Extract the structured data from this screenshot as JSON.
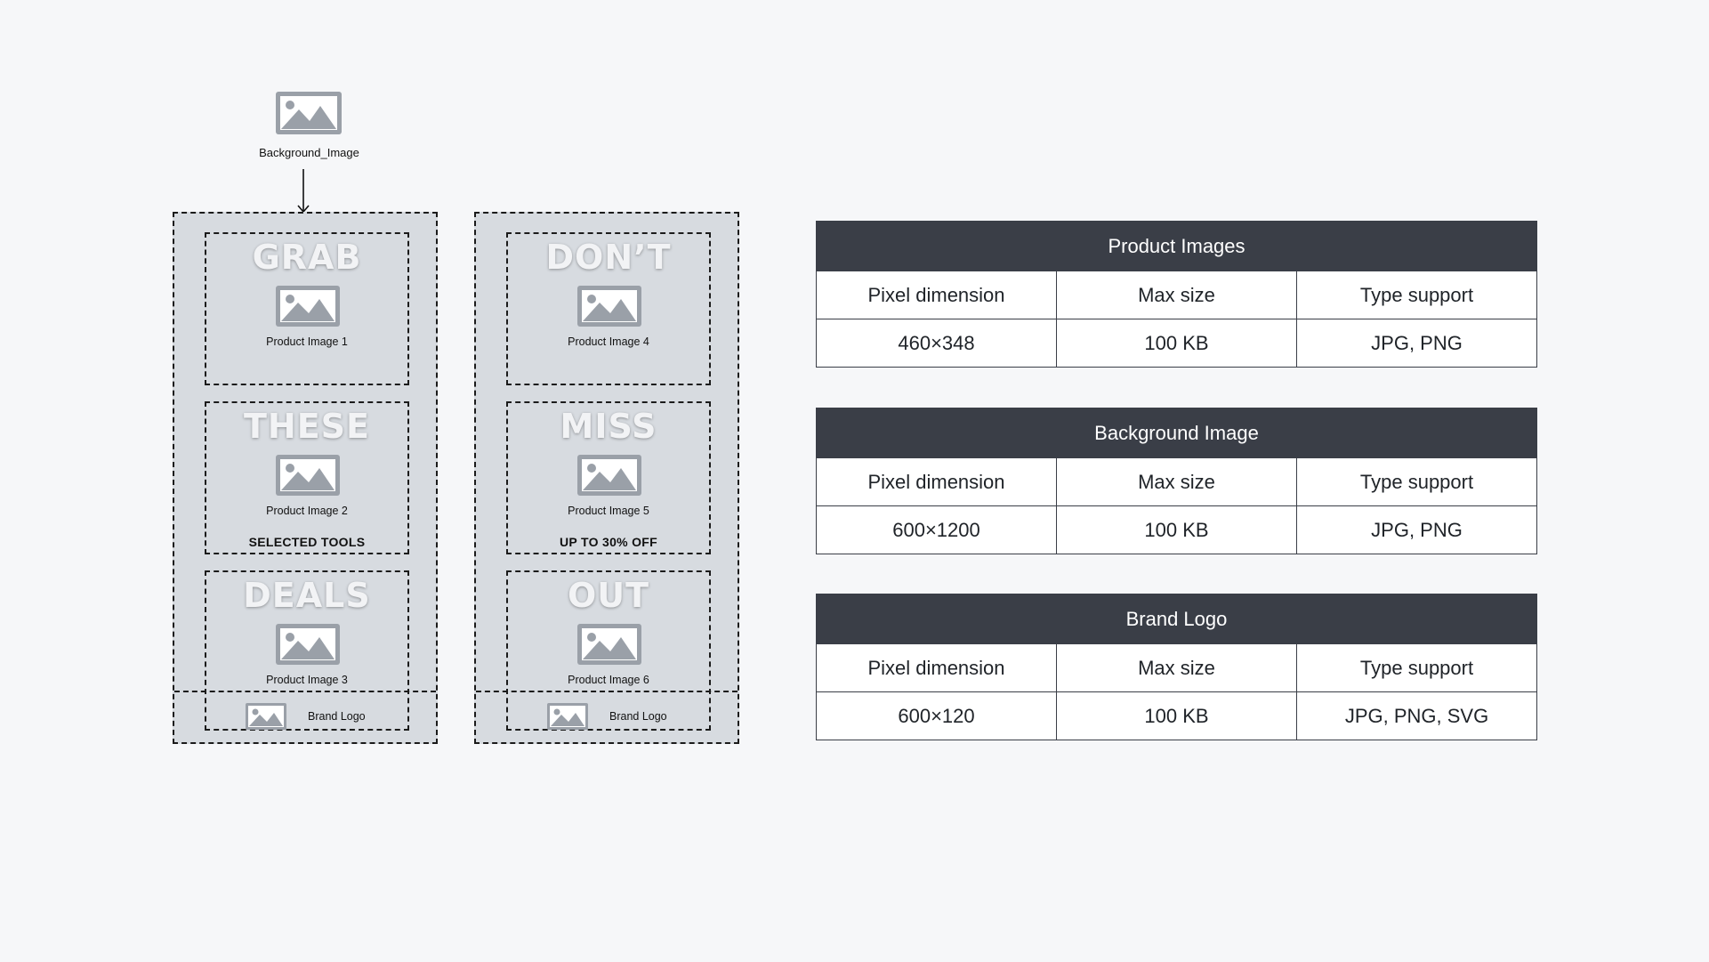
{
  "diagram": {
    "background_label": "Background_Image",
    "columns": [
      {
        "slots": [
          {
            "word": "GRAB",
            "label": "Product Image 1",
            "promo": ""
          },
          {
            "word": "THESE",
            "label": "Product Image 2",
            "promo": "SELECTED TOOLS"
          },
          {
            "word": "DEALS",
            "label": "Product Image 3",
            "promo": ""
          }
        ],
        "logo_label": "Brand Logo"
      },
      {
        "slots": [
          {
            "word": "DON’T",
            "label": "Product Image 4",
            "promo": ""
          },
          {
            "word": "MISS",
            "label": "Product Image 5",
            "promo": "UP TO 30% OFF"
          },
          {
            "word": "OUT",
            "label": "Product Image 6",
            "promo": ""
          }
        ],
        "logo_label": "Brand Logo"
      }
    ],
    "icon": "image-placeholder-icon",
    "colors": {
      "panel": "#d7dbe0",
      "icon": "#9aa0a8",
      "header": "#3a3e47"
    }
  },
  "tables": [
    {
      "title": "Product Images",
      "headers": [
        "Pixel dimension",
        "Max size",
        "Type support"
      ],
      "row": [
        "460×348",
        "100 KB",
        "JPG, PNG"
      ]
    },
    {
      "title": "Background Image",
      "headers": [
        "Pixel dimension",
        "Max size",
        "Type support"
      ],
      "row": [
        "600×1200",
        "100 KB",
        "JPG, PNG"
      ]
    },
    {
      "title": "Brand Logo",
      "headers": [
        "Pixel dimension",
        "Max size",
        "Type support"
      ],
      "row": [
        "600×120",
        "100 KB",
        "JPG, PNG, SVG"
      ]
    }
  ]
}
